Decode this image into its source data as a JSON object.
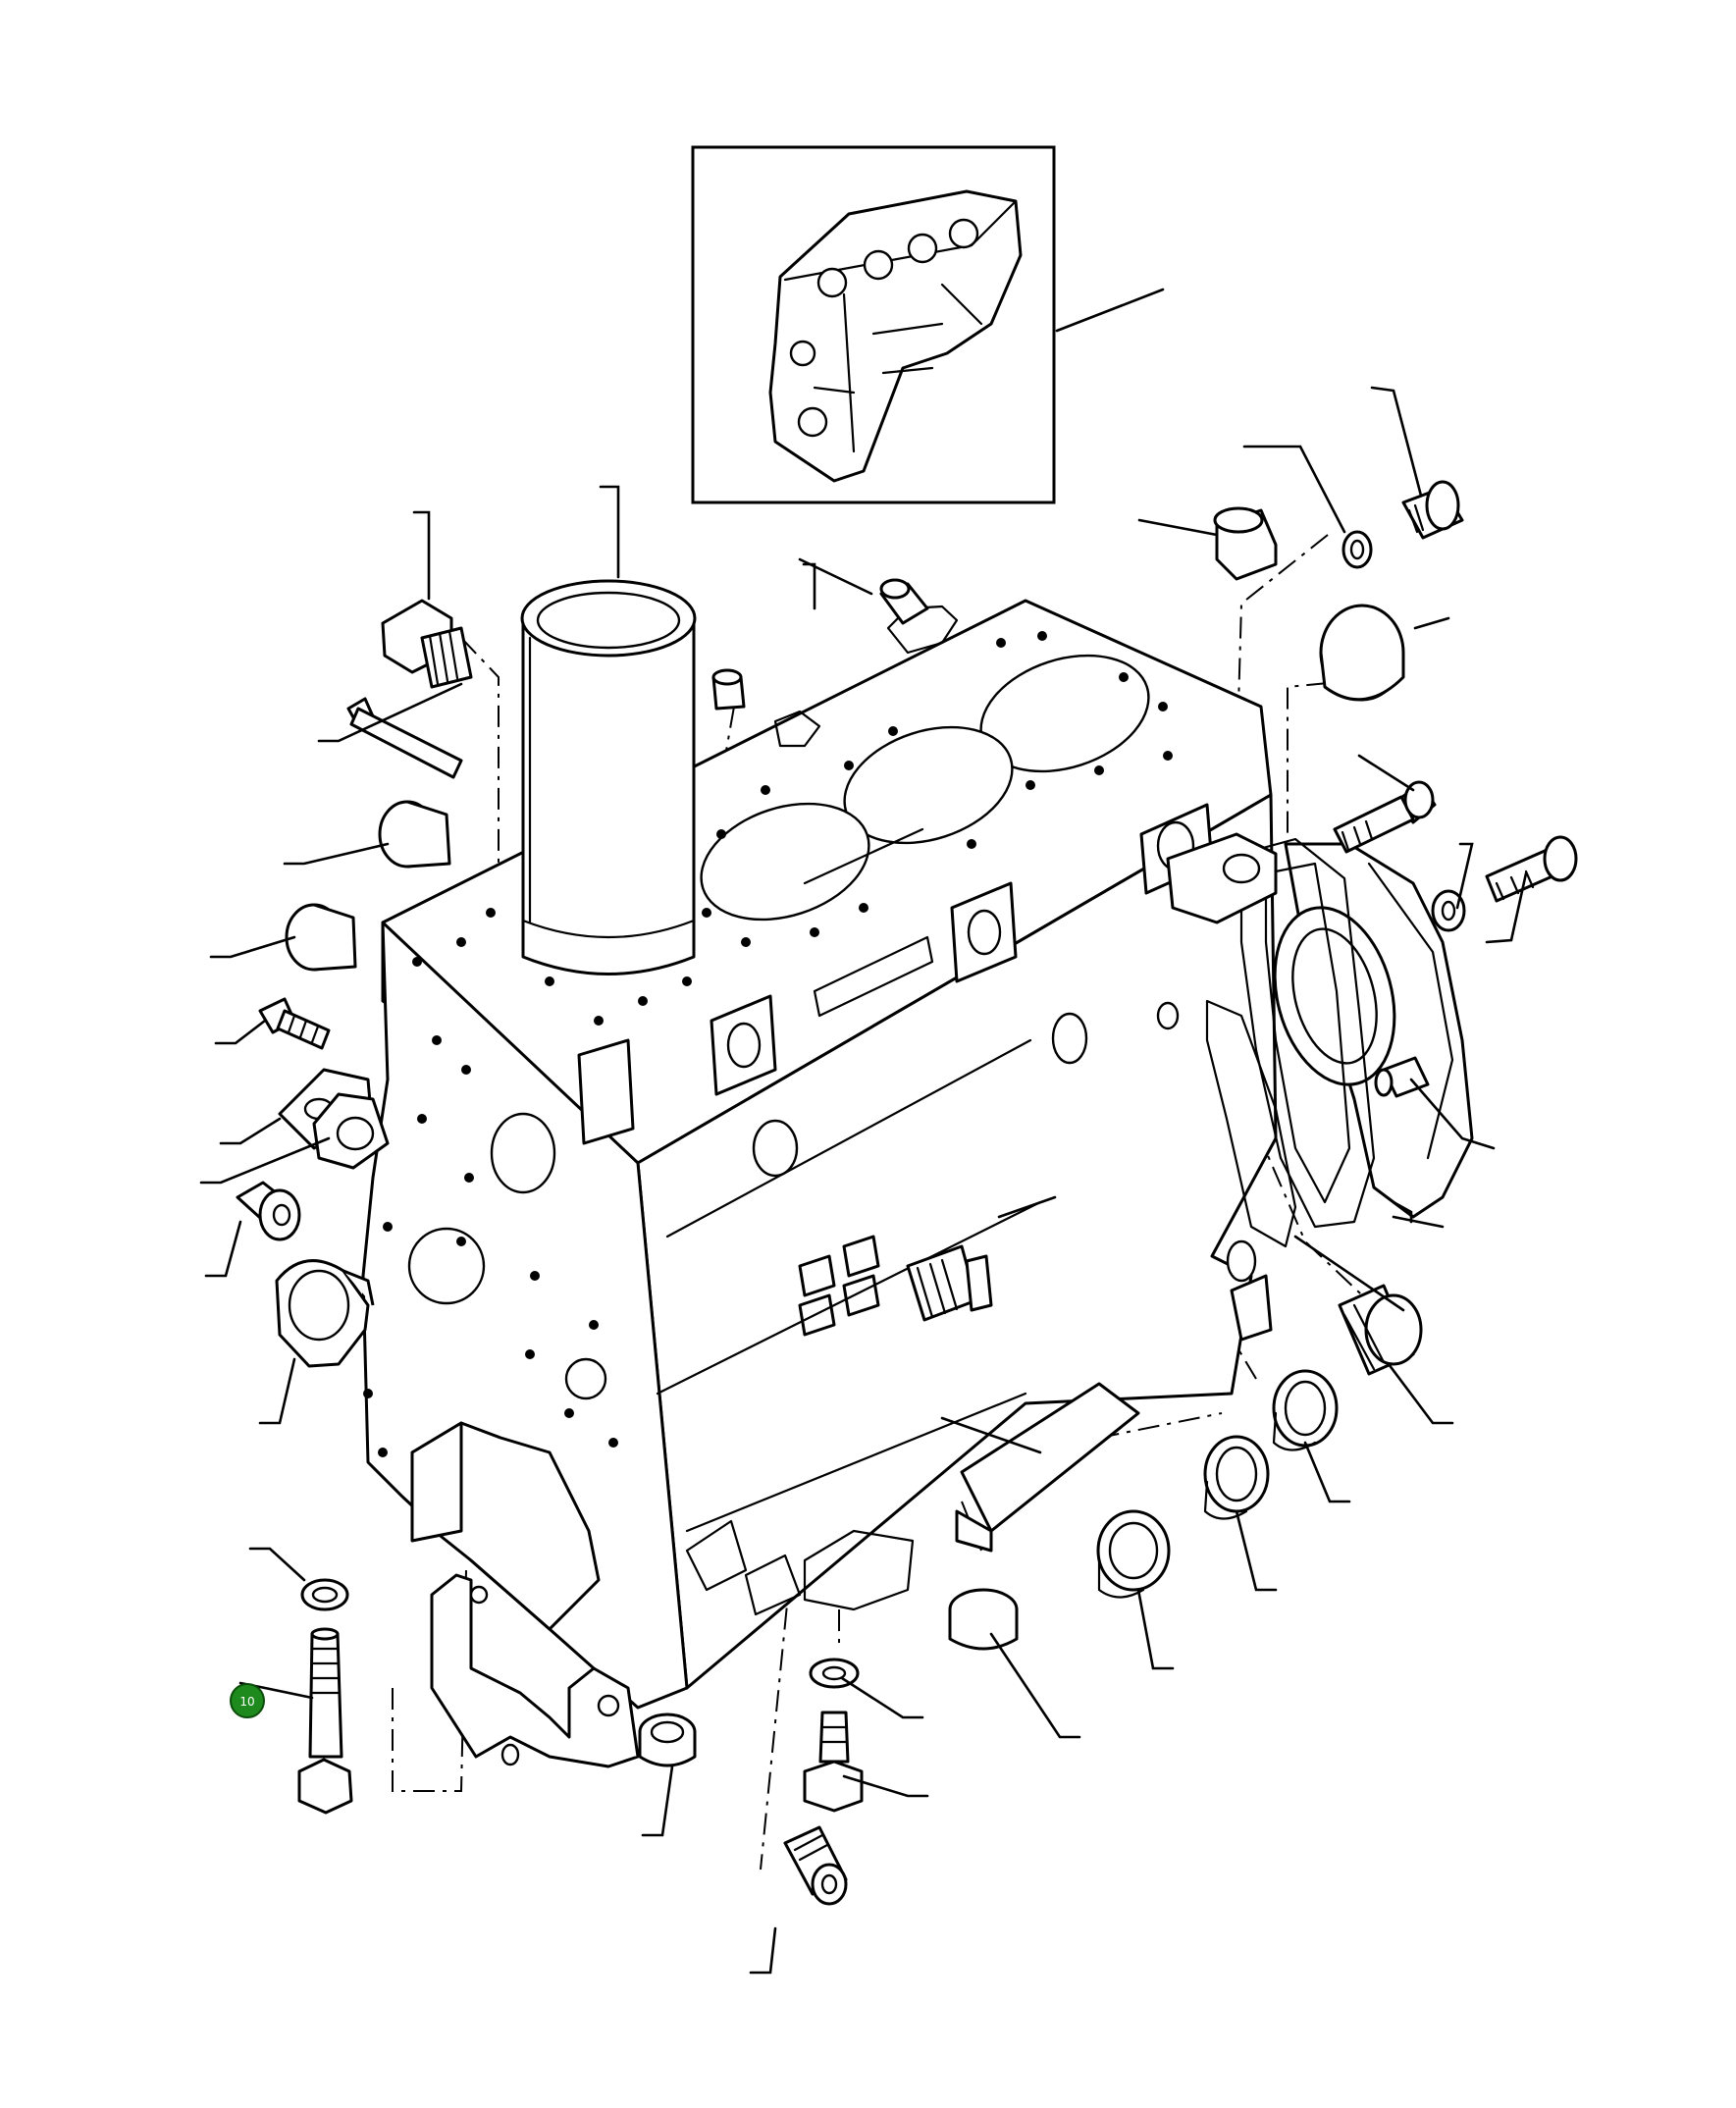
{
  "diagram": {
    "type": "exploded-parts-diagram",
    "subject": "engine-cylinder-block",
    "highlighted_callout": {
      "label": "10",
      "color": "#1e8a1e"
    }
  }
}
